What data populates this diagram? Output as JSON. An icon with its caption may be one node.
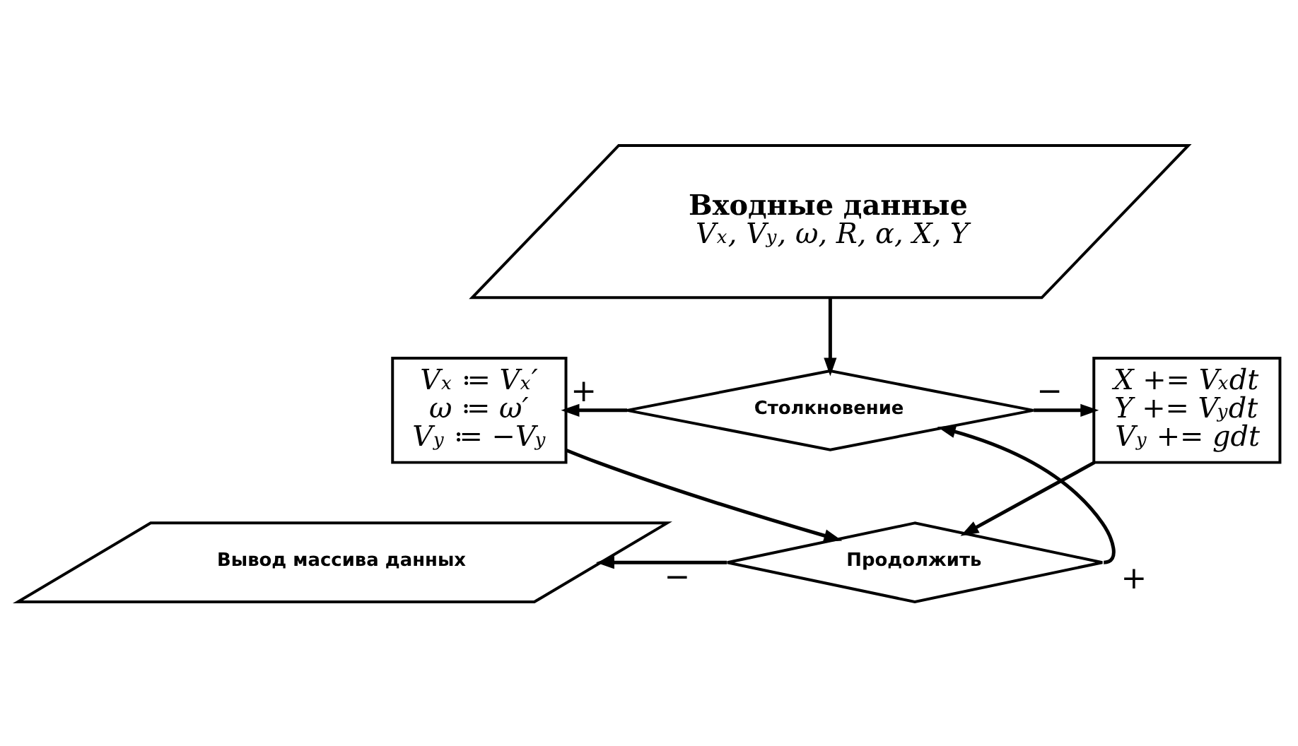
{
  "diagram": {
    "nodes": [
      {
        "text": [
          "Входные данные",
          "V$_{x}$, V$_{y}$, ω, R, α, X, Y"
        ]
      },
      {
        "text": [
          "Столкновение"
        ]
      },
      {
        "text": [
          "V$_{x}$ ≔ V$_{x}$′",
          "ω ≔ ω′",
          "V$_{y}$ ≔ −V$_{y}$"
        ]
      },
      {
        "text": [
          "X += V$_{x}$dt",
          "Y += V$_{y}$dt",
          "V$_{y}$ += gdt"
        ]
      },
      {
        "text": [
          "Продолжить"
        ]
      },
      {
        "text": [
          "Вывод массива данных"
        ]
      }
    ],
    "edges": [
      {
        "from": 0,
        "to": 1,
        "arrow": "to"
      },
      {
        "from": 1,
        "to": 2,
        "arrow": "to",
        "label": "+"
      },
      {
        "from": 1,
        "to": 3,
        "arrow": "to",
        "label": "−"
      },
      {
        "from": 2,
        "to": 4,
        "arrow": "to"
      },
      {
        "from": 3,
        "to": 4,
        "arrow": "to"
      },
      {
        "from": 4,
        "to": 1,
        "arrow": "to",
        "label": "+"
      },
      {
        "from": 4,
        "to": 5,
        "arrow": "to",
        "label": "−"
      }
    ]
  }
}
